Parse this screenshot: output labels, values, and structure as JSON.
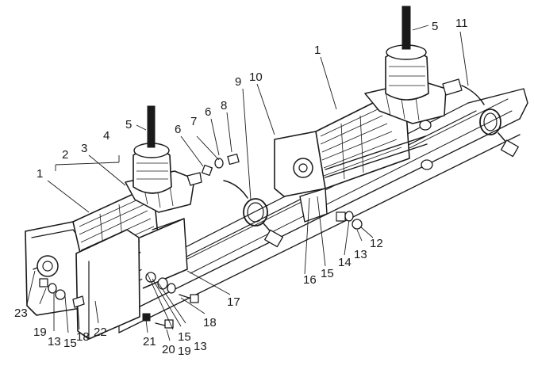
{
  "colors": {
    "ink": "#1a1a1a",
    "paper": "#ffffff"
  },
  "callouts": [
    {
      "id": "c1a",
      "text": "1"
    },
    {
      "id": "c1b",
      "text": "1"
    },
    {
      "id": "c2",
      "text": "2"
    },
    {
      "id": "c3",
      "text": "3"
    },
    {
      "id": "c4",
      "text": "4"
    },
    {
      "id": "c5a",
      "text": "5"
    },
    {
      "id": "c5b",
      "text": "5"
    },
    {
      "id": "c6a",
      "text": "6"
    },
    {
      "id": "c6b",
      "text": "6"
    },
    {
      "id": "c7",
      "text": "7"
    },
    {
      "id": "c8",
      "text": "8"
    },
    {
      "id": "c9",
      "text": "9"
    },
    {
      "id": "c10",
      "text": "10"
    },
    {
      "id": "c11",
      "text": "11"
    },
    {
      "id": "c12",
      "text": "12"
    },
    {
      "id": "c13a",
      "text": "13"
    },
    {
      "id": "c13b",
      "text": "13"
    },
    {
      "id": "c13c",
      "text": "13"
    },
    {
      "id": "c14",
      "text": "14"
    },
    {
      "id": "c15a",
      "text": "15"
    },
    {
      "id": "c15b",
      "text": "15"
    },
    {
      "id": "c15c",
      "text": "15"
    },
    {
      "id": "c16",
      "text": "16"
    },
    {
      "id": "c17",
      "text": "17"
    },
    {
      "id": "c18a",
      "text": "18"
    },
    {
      "id": "c18b",
      "text": "18"
    },
    {
      "id": "c19a",
      "text": "19"
    },
    {
      "id": "c19b",
      "text": "19"
    },
    {
      "id": "c20",
      "text": "20"
    },
    {
      "id": "c21",
      "text": "21"
    },
    {
      "id": "c22",
      "text": "22"
    },
    {
      "id": "c23",
      "text": "23"
    }
  ]
}
